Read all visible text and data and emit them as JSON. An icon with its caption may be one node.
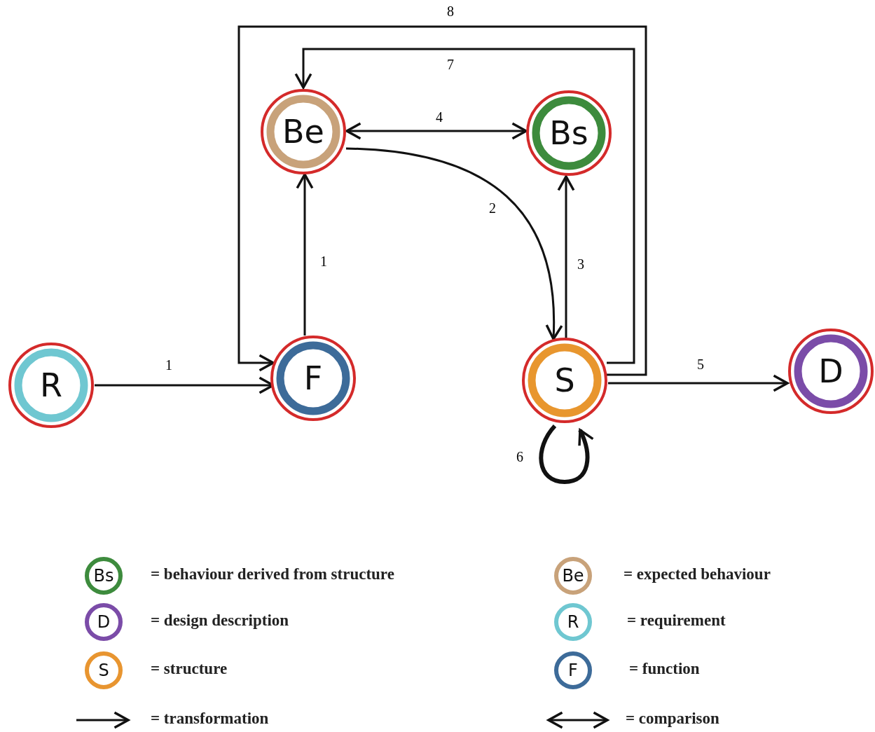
{
  "diagram": {
    "nodes": [
      {
        "text": [
          "R"
        ]
      },
      {
        "text": [
          "F"
        ]
      },
      {
        "text": [
          "Be"
        ]
      },
      {
        "text": [
          "Bs"
        ]
      },
      {
        "text": [
          "S"
        ]
      },
      {
        "text": [
          "D"
        ]
      }
    ],
    "edges": [
      {
        "from": 0,
        "to": 1,
        "arrow": "to",
        "label": "1"
      },
      {
        "from": 1,
        "to": 2,
        "arrow": "to",
        "label": "1"
      },
      {
        "from": 2,
        "to": 4,
        "arrow": "to",
        "label": "2"
      },
      {
        "from": 4,
        "to": 3,
        "arrow": "to",
        "label": "3"
      },
      {
        "from": 2,
        "to": 3,
        "arrow": "both",
        "label": "4"
      },
      {
        "from": 4,
        "to": 5,
        "arrow": "to",
        "label": "5"
      },
      {
        "from": 4,
        "to": 4,
        "arrow": "to",
        "label": "6",
        "style": "thick"
      },
      {
        "from": 4,
        "to": 2,
        "arrow": "to",
        "label": "7"
      },
      {
        "from": 4,
        "to": 1,
        "arrow": "to",
        "label": "8"
      }
    ],
    "labels": [
      "Bs",
      "Be",
      "D",
      "R",
      "S",
      "F"
    ],
    "legend": [
      {
        "text": "= behaviour derived from structure"
      },
      {
        "text": "= expected behaviour"
      },
      {
        "text": "= design description"
      },
      {
        "text": "= requirement"
      },
      {
        "text": "= structure"
      },
      {
        "text": "= function"
      },
      {
        "text": "= transformation"
      },
      {
        "text": "= comparison"
      }
    ]
  }
}
